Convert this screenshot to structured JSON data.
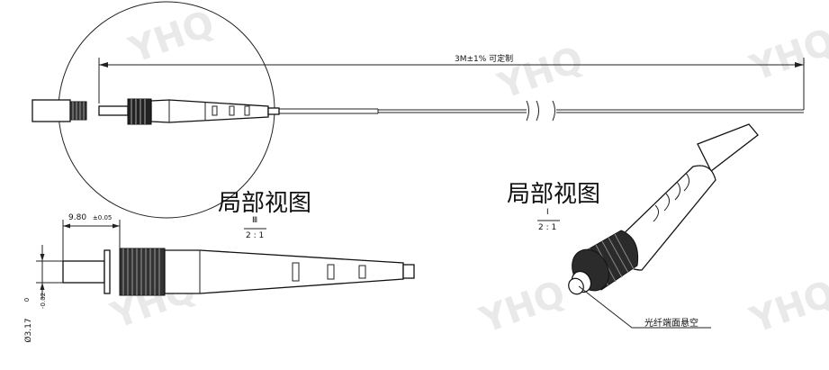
{
  "length_label": "3M±1%  可定制",
  "detail_view_1": {
    "title": "局部视图",
    "view_id": "Ⅲ",
    "scale": "2 : 1"
  },
  "detail_view_2": {
    "title": "局部视图",
    "view_id": "Ⅰ",
    "scale": "2 : 1"
  },
  "dim_length": {
    "value": "9.80",
    "tolerance": "±0.05"
  },
  "dim_diameter": {
    "value": "Ø3.17",
    "tol_upper": "0",
    "tol_lower": "-0.02"
  },
  "fiber_note": "光纤端面悬空",
  "watermark": "YHQ"
}
